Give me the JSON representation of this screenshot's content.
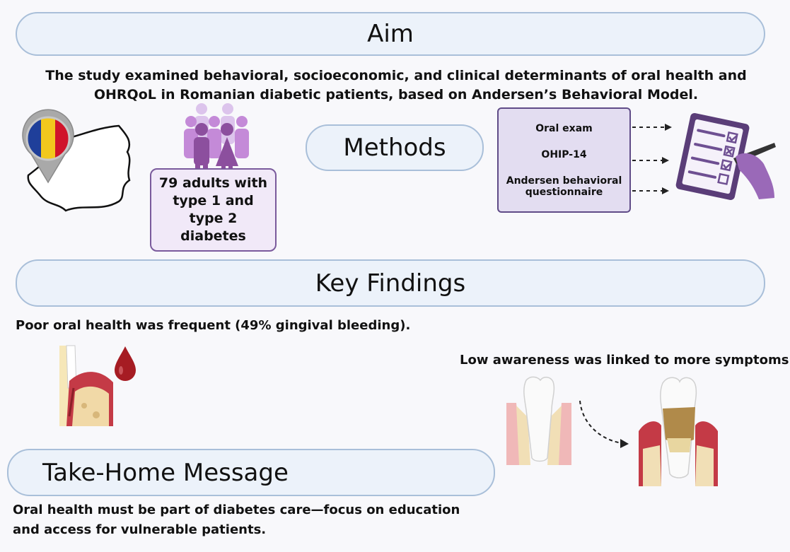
{
  "aim": {
    "heading": "Aim",
    "text": "The study examined behavioral, socioeconomic, and clinical determinants of oral health and OHRQoL in Romanian diabetic patients, based on Andersen’s Behavioral Model."
  },
  "methods": {
    "heading": "Methods",
    "participants": "79 adults with type 1 and type 2 diabetes",
    "items": [
      "Oral exam",
      "OHIP-14",
      "Andersen behavioral questionnaire"
    ]
  },
  "findings": {
    "heading": "Key Findings",
    "finding1": "Poor oral health was frequent (49% gingival bleeding).",
    "finding2": "Low awareness was linked to more symptoms."
  },
  "takehome": {
    "heading": "Take-Home Message",
    "text": "Oral health must be part of diabetes care—focus on education and access for vulnerable patients."
  },
  "colors": {
    "pill_fill": "#ecf2fa",
    "pill_border": "#a9bfd9",
    "purple": "#7a5a9c",
    "flag_blue": "#1f3f9a",
    "flag_yellow": "#f2c81d",
    "flag_red": "#d0142b",
    "blood": "#a61c23",
    "gum": "#c43a46"
  },
  "icons": [
    "romania-map-icon",
    "location-pin-flag-icon",
    "people-group-icon",
    "checklist-clipboard-icon",
    "blood-drop-icon",
    "gingival-bleeding-icon",
    "healthy-tooth-icon",
    "periodontitis-tooth-icon"
  ]
}
